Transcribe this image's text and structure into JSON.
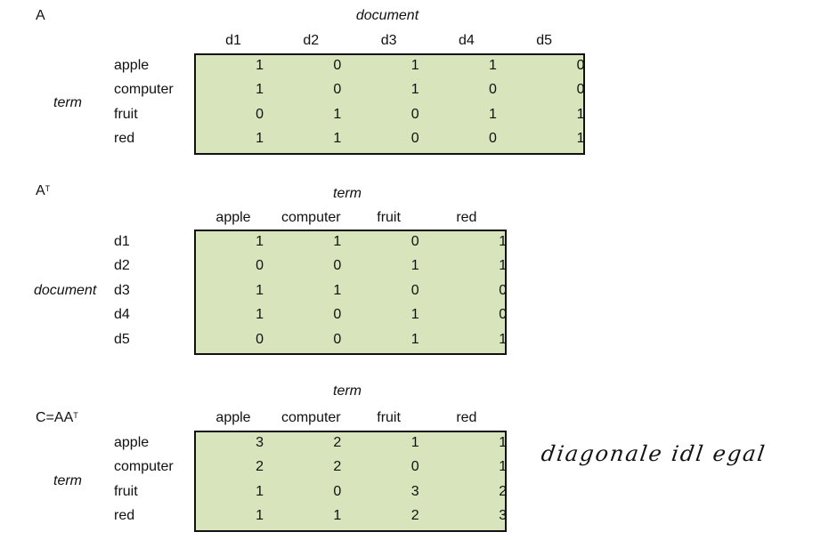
{
  "matrices": [
    {
      "name": "A",
      "sup": "",
      "col_axis": "document",
      "row_axis": "term",
      "columns": [
        "d1",
        "d2",
        "d3",
        "d4",
        "d5"
      ],
      "rows": [
        "apple",
        "computer",
        "fruit",
        "red"
      ],
      "values": [
        [
          1,
          0,
          1,
          1,
          0
        ],
        [
          1,
          0,
          1,
          0,
          0
        ],
        [
          0,
          1,
          0,
          1,
          1
        ],
        [
          1,
          1,
          0,
          0,
          1
        ]
      ]
    },
    {
      "name": "A",
      "sup": "T",
      "col_axis": "term",
      "row_axis": "document",
      "columns": [
        "apple",
        "computer",
        "fruit",
        "red"
      ],
      "rows": [
        "d1",
        "d2",
        "d3",
        "d4",
        "d5"
      ],
      "values": [
        [
          1,
          1,
          0,
          1
        ],
        [
          0,
          0,
          1,
          1
        ],
        [
          1,
          1,
          0,
          0
        ],
        [
          1,
          0,
          1,
          0
        ],
        [
          0,
          0,
          1,
          1
        ]
      ]
    },
    {
      "name": "C=AA",
      "sup": "T",
      "col_axis": "term",
      "row_axis": "term",
      "columns": [
        "apple",
        "computer",
        "fruit",
        "red"
      ],
      "rows": [
        "apple",
        "computer",
        "fruit",
        "red"
      ],
      "values": [
        [
          3,
          2,
          1,
          1
        ],
        [
          2,
          2,
          0,
          1
        ],
        [
          1,
          0,
          3,
          2
        ],
        [
          1,
          1,
          2,
          3
        ]
      ]
    }
  ],
  "annotation": "diagonale idl egal",
  "colors": {
    "cell_fill": "#d8e4bc",
    "border": "#111111"
  }
}
